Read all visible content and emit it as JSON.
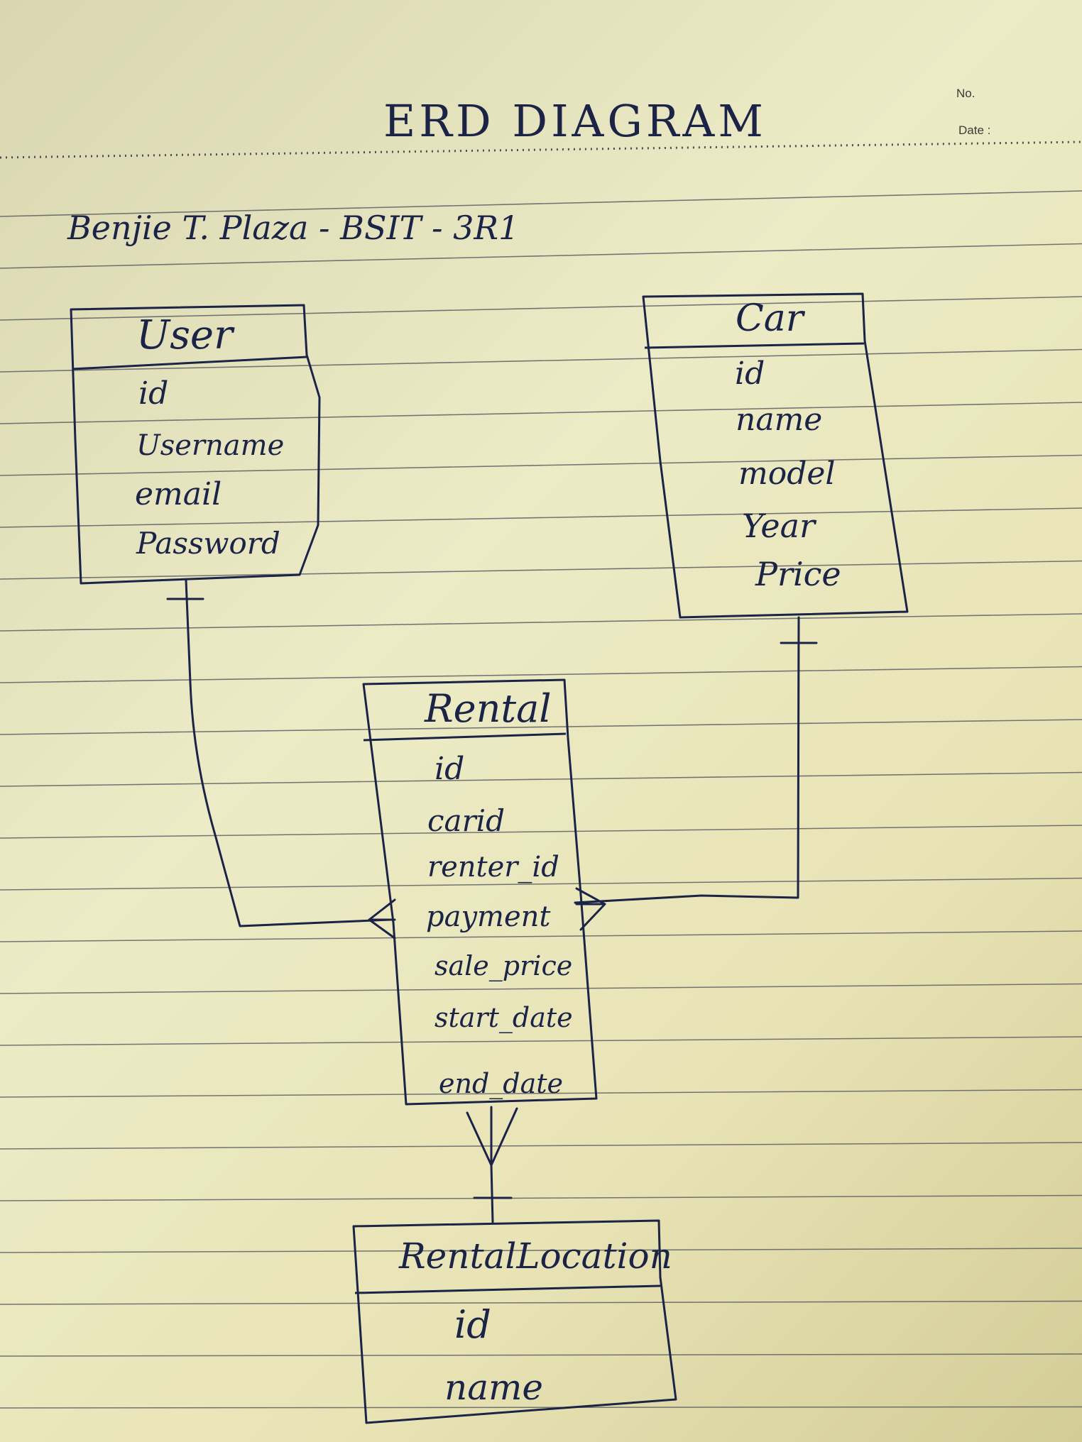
{
  "header": {
    "title": "ERD DIAGRAM",
    "no_label": "No.",
    "date_label": "Date :"
  },
  "author_line": "Benjie T. Plaza  - BSIT - 3R1",
  "entities": {
    "user": {
      "name": "User",
      "attributes": [
        "id",
        "Username",
        "email",
        "Password"
      ]
    },
    "car": {
      "name": "Car",
      "attributes": [
        "id",
        "name",
        "model",
        "Year",
        "Price"
      ]
    },
    "rental": {
      "name": "Rental",
      "attributes": [
        "id",
        "carid",
        "renter_id",
        "payment",
        "sale_price",
        "start_date",
        "end_date"
      ]
    },
    "rental_location": {
      "name": "RentalLocation",
      "attributes": [
        "id",
        "name"
      ]
    }
  },
  "relationships": [
    {
      "from": "User",
      "to": "Rental",
      "from_cardinality": "one",
      "to_cardinality": "many"
    },
    {
      "from": "Car",
      "to": "Rental",
      "from_cardinality": "one",
      "to_cardinality": "many"
    },
    {
      "from": "RentalLocation",
      "to": "Rental",
      "from_cardinality": "one",
      "to_cardinality": "many"
    }
  ],
  "colors": {
    "ink": "#1b2347",
    "paper": "#ecebc6",
    "rule": "#4a4e5a"
  }
}
